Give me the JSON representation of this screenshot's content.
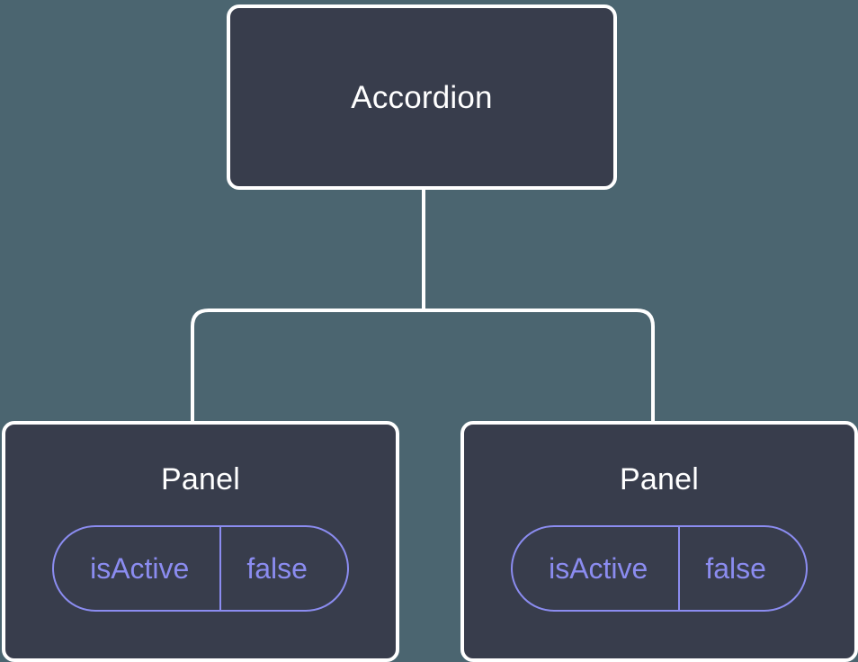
{
  "canvas": {
    "background_color": "#4b6570",
    "node_fill_color": "#383d4c",
    "node_border_color": "#ffffff",
    "edge_color": "#ffffff",
    "accent_color": "#8b8cf0"
  },
  "tree": {
    "root": {
      "title": "Accordion"
    },
    "children": [
      {
        "title": "Panel",
        "state": {
          "key": "isActive",
          "value": "false"
        }
      },
      {
        "title": "Panel",
        "state": {
          "key": "isActive",
          "value": "false"
        }
      }
    ]
  }
}
